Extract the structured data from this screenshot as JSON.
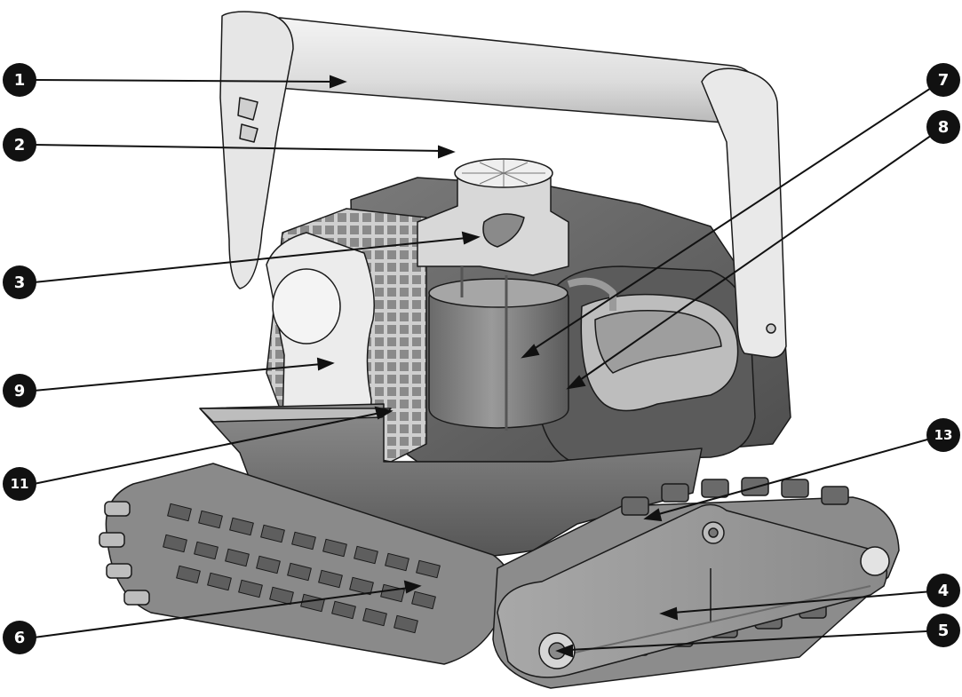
{
  "callouts": [
    {
      "id": "c1",
      "label": "1"
    },
    {
      "id": "c2",
      "label": "2"
    },
    {
      "id": "c3",
      "label": "3"
    },
    {
      "id": "c7",
      "label": "7"
    },
    {
      "id": "c8",
      "label": "8"
    },
    {
      "id": "c9",
      "label": "9"
    },
    {
      "id": "c11",
      "label": "11"
    },
    {
      "id": "c13",
      "label": "13"
    },
    {
      "id": "c4",
      "label": "4"
    },
    {
      "id": "c6",
      "label": "6"
    },
    {
      "id": "c5",
      "label": "5"
    }
  ],
  "colors": {
    "outline": "#1a1a1a",
    "light_gray": "#e4e4e4",
    "mid_gray": "#9a9a9a",
    "dark_gray": "#6e6e6e",
    "marker": "#111111"
  }
}
